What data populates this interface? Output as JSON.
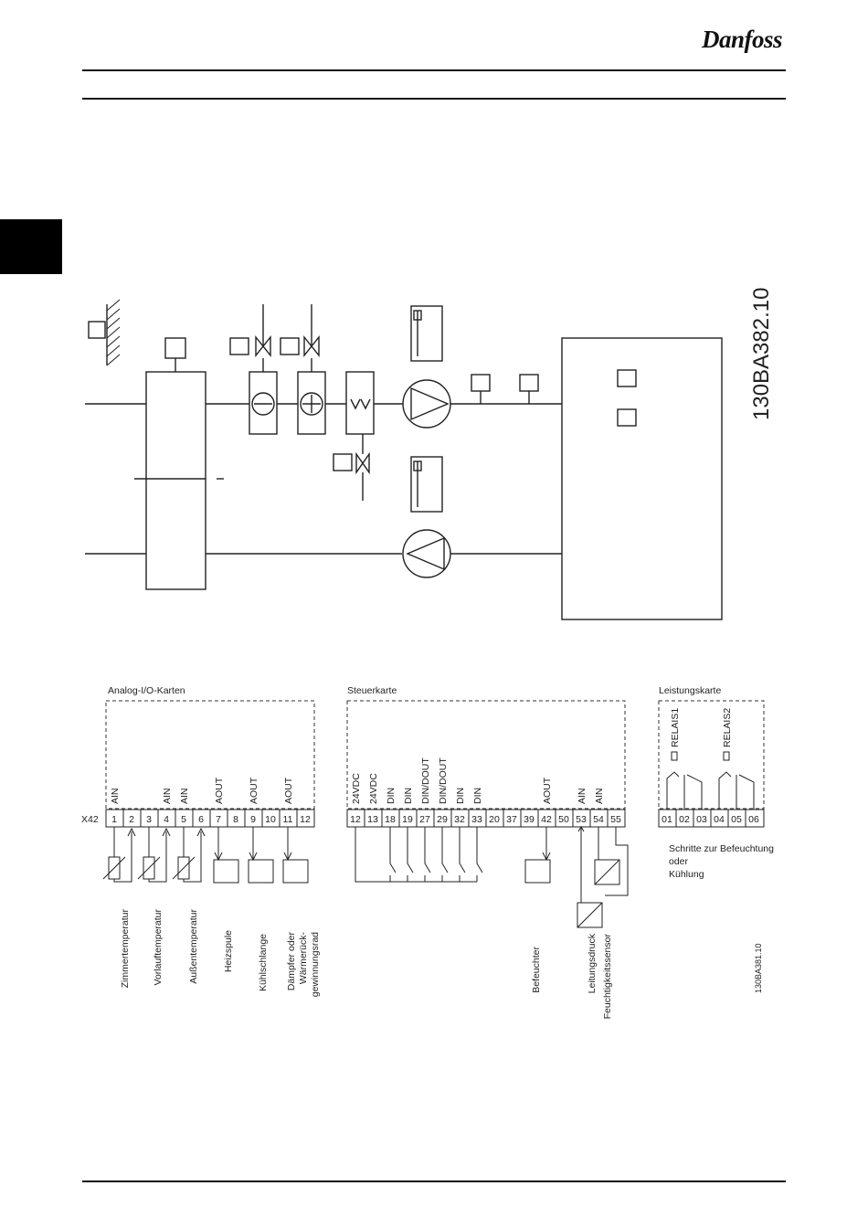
{
  "header": {
    "logo": "Danfoss"
  },
  "document_id": "130BA382.10",
  "document_id_small": "130BA381.10",
  "groups": {
    "analog": "Analog-I/O-Karten",
    "control": "Steuerkarte",
    "power": "Leistungskarte"
  },
  "connector": "X42",
  "analog_terminals": [
    "1",
    "2",
    "3",
    "4",
    "5",
    "6",
    "7",
    "8",
    "9",
    "10",
    "11",
    "12"
  ],
  "control_terminals": [
    "12",
    "13",
    "18",
    "19",
    "27",
    "29",
    "32",
    "33",
    "20",
    "37",
    "39",
    "42",
    "50",
    "53",
    "54",
    "55"
  ],
  "power_terminals": [
    "01",
    "02",
    "03",
    "04",
    "05",
    "06"
  ],
  "analog_signals": [
    "AIN",
    "AIN",
    "AIN",
    "AOUT",
    "AOUT",
    "AOUT"
  ],
  "control_signals": [
    "24VDC",
    "24VDC",
    "DIN",
    "DIN",
    "DIN/DOUT",
    "DIN/DOUT",
    "DIN",
    "DIN",
    "AOUT",
    "AIN",
    "AIN"
  ],
  "relays": [
    "RELAIS1",
    "RELAIS2"
  ],
  "device_labels": [
    "Zimmertemperatur",
    "Vorlauftemperatur",
    "Außentemperatur",
    "Heizspule",
    "Kühlschlange",
    "Dämpfer oder",
    "Wärmerück-",
    "gewinnungsrad",
    "Befeuchter",
    "Leitungsdruck",
    "Feuchtigkeitssensor"
  ],
  "power_note": [
    "Schritte zur Befeuchtung",
    "oder",
    "Kühlung"
  ]
}
